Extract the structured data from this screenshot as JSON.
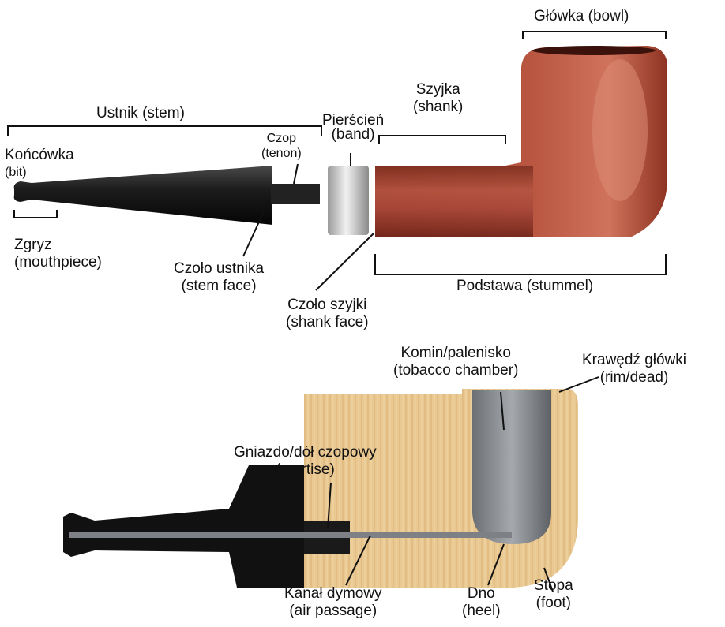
{
  "labels": {
    "bowl": "Główka (bowl)",
    "stem": "Ustnik (stem)",
    "shank_pl": "Szyjka",
    "shank_en": "(shank)",
    "band_pl": "Pierścień",
    "band_en": "(band)",
    "bit_pl": "Końcówka",
    "bit_en": "(bit)",
    "tenon_pl": "Czop",
    "tenon_en": "(tenon)",
    "mouthpiece_pl": "Zgryz",
    "mouthpiece_en": "(mouthpiece)",
    "stem_face_pl": "Czoło ustnika",
    "stem_face_en": "(stem face)",
    "shank_face_pl": "Czoło szyjki",
    "shank_face_en": "(shank face)",
    "stummel": "Podstawa (stummel)",
    "chamber_pl": "Komin/palenisko",
    "chamber_en": "(tobacco chamber)",
    "rim_pl": "Krawędź główki",
    "rim_en": "(rim/dead)",
    "mortise_pl": "Gniazdo/dół czopowy",
    "mortise_en": "(mortise)",
    "air_passage_pl": "Kanał dymowy",
    "air_passage_en": "(air passage)",
    "heel_pl": "Dno",
    "heel_en": "(heel)",
    "foot_pl": "Stopa",
    "foot_en": "(foot)"
  },
  "colors": {
    "wood_red": "#b3503c",
    "wood_red_dark": "#7a2a1c",
    "stem_black": "#151515",
    "band_silver": "#d8d8d8",
    "briar_light": "#e6c48f",
    "chamber_gray": "#8a8f93",
    "line": "#111111"
  }
}
